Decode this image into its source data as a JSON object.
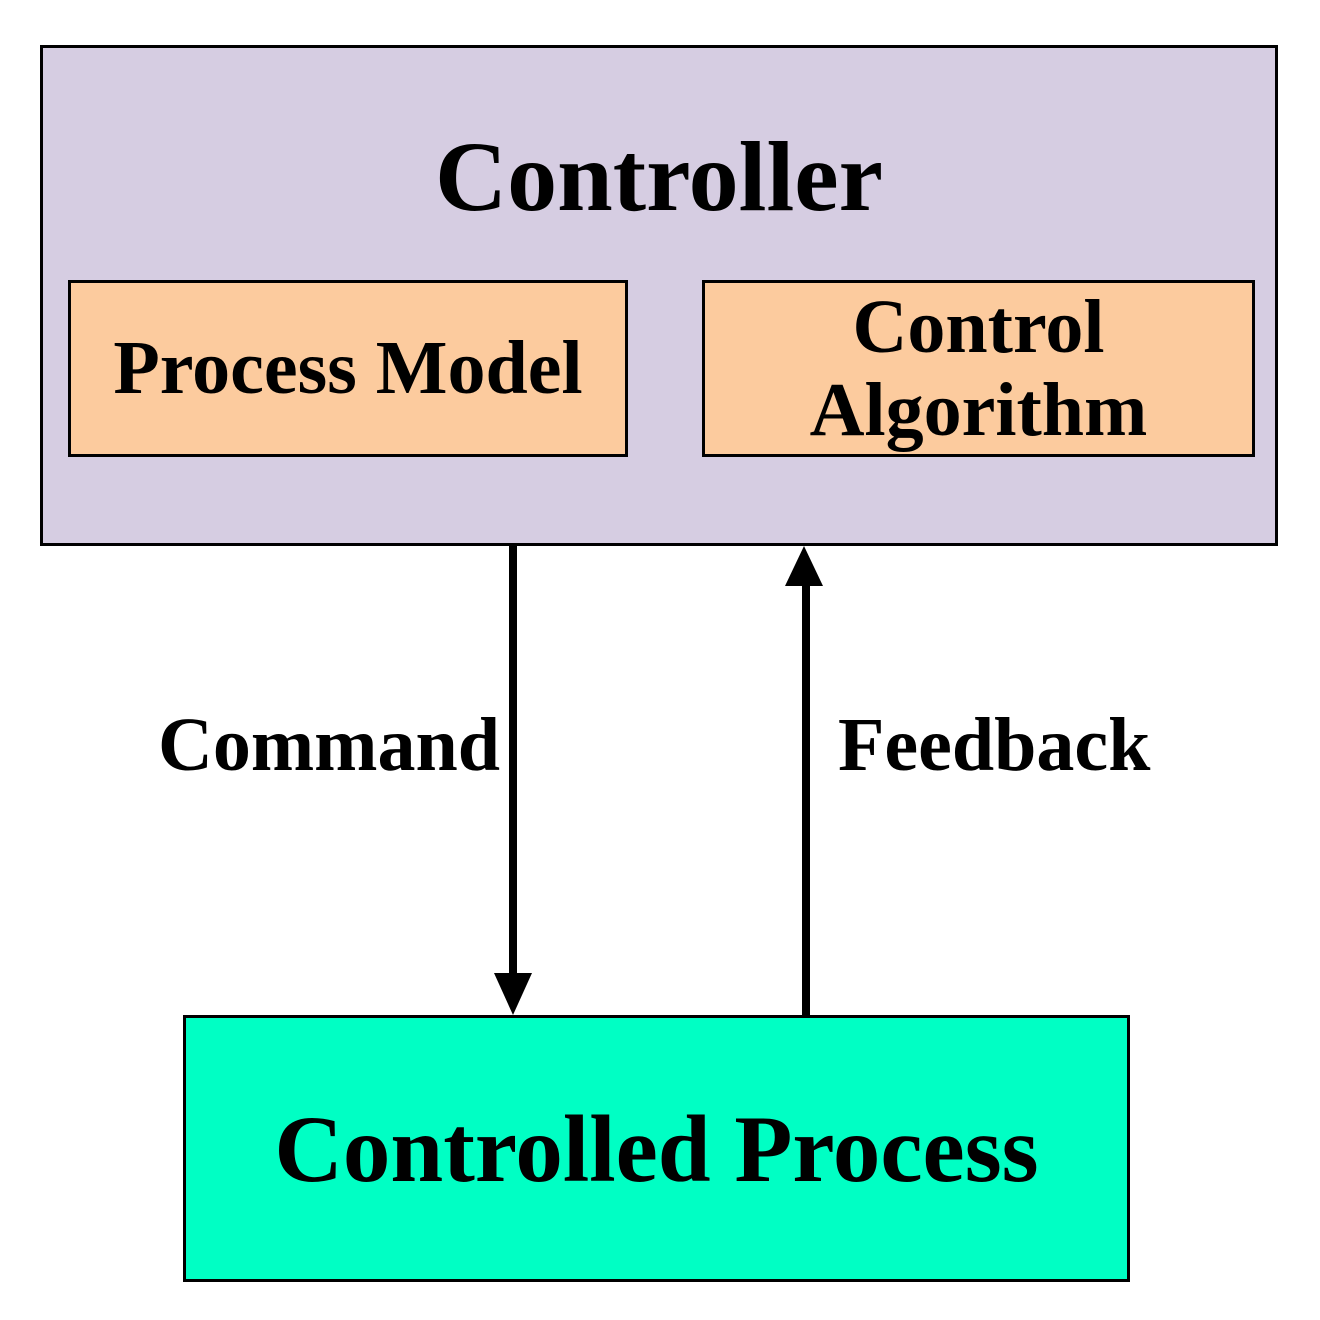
{
  "diagram": {
    "controller": {
      "title": "Controller"
    },
    "process_model": {
      "label": "Process Model"
    },
    "control_algorithm": {
      "label": "Control Algorithm"
    },
    "controlled_process": {
      "label": "Controlled Process"
    },
    "arrows": {
      "command": {
        "label": "Command",
        "direction": "down"
      },
      "feedback": {
        "label": "Feedback",
        "direction": "up"
      }
    },
    "colors": {
      "controller_bg": "#D6CDE2",
      "submodule_bg": "#FCCB9E",
      "controlled_process_bg": "#00FFC4",
      "border": "#000000",
      "text": "#000000",
      "page_bg": "#FFFFFF"
    }
  }
}
